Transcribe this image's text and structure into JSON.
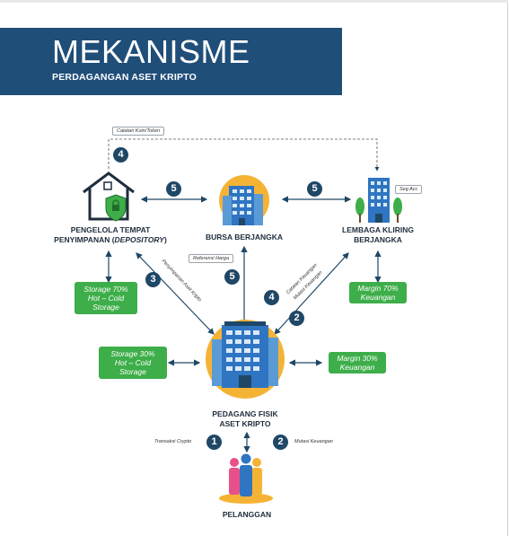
{
  "header": {
    "title": "MEKANISME",
    "subtitle": "PERDAGANGAN ASET KRIPTO"
  },
  "nodes": {
    "depository": {
      "label_line1": "PENGELOLA TEMPAT",
      "label_line2_prefix": "PENYIMPANAN (",
      "label_line2_italic": "DEPOSITORY",
      "label_line2_suffix": ")"
    },
    "exchange": {
      "label": "BURSA BERJANGKA"
    },
    "clearing": {
      "label_line1": "LEMBAGA KLIRING",
      "label_line2": "BERJANGKA",
      "tag": "Seg Acc"
    },
    "trader": {
      "label_line1": "PEDAGANG FISIK",
      "label_line2": "ASET KRIPTO"
    },
    "customer": {
      "label": "PELANGGAN"
    }
  },
  "boxes": {
    "storage70": {
      "line1": "Storage 70%",
      "line2": "Hot – Cold",
      "line3": "Storage"
    },
    "margin70": {
      "line1": "Margin 70%",
      "line2": "Keuangan"
    },
    "storage30": {
      "line1": "Storage 30%",
      "line2": "Hot – Cold",
      "line3": "Storage"
    },
    "margin30": {
      "line1": "Margin 30%",
      "line2": "Keuangan"
    }
  },
  "notes": {
    "catatan_koin": "Catatan Koin/Token",
    "referensi_harga": "Referensi Harga",
    "catatan_keuangan": "Catatan Keuangan",
    "mutasi_keuangan_diag": "Mutasi Keuangan",
    "penyimpanan": "Penyimpanan Aset Kripto",
    "transaksi_crypto": "Transaksi Crypto",
    "mutasi_keuangan": "Mutasi Keuangan"
  },
  "steps": {
    "s4_top": "4",
    "s5_left": "5",
    "s5_right": "5",
    "s3": "3",
    "s5_mid": "5",
    "s4_diag": "4",
    "s2_diag": "2",
    "s1_bottom": "1",
    "s2_bottom": "2"
  },
  "colors": {
    "navy": "#1f4e79",
    "badge": "#1f4766",
    "green": "#3dae49",
    "orange": "#f5b335",
    "blue": "#2f75c2"
  }
}
